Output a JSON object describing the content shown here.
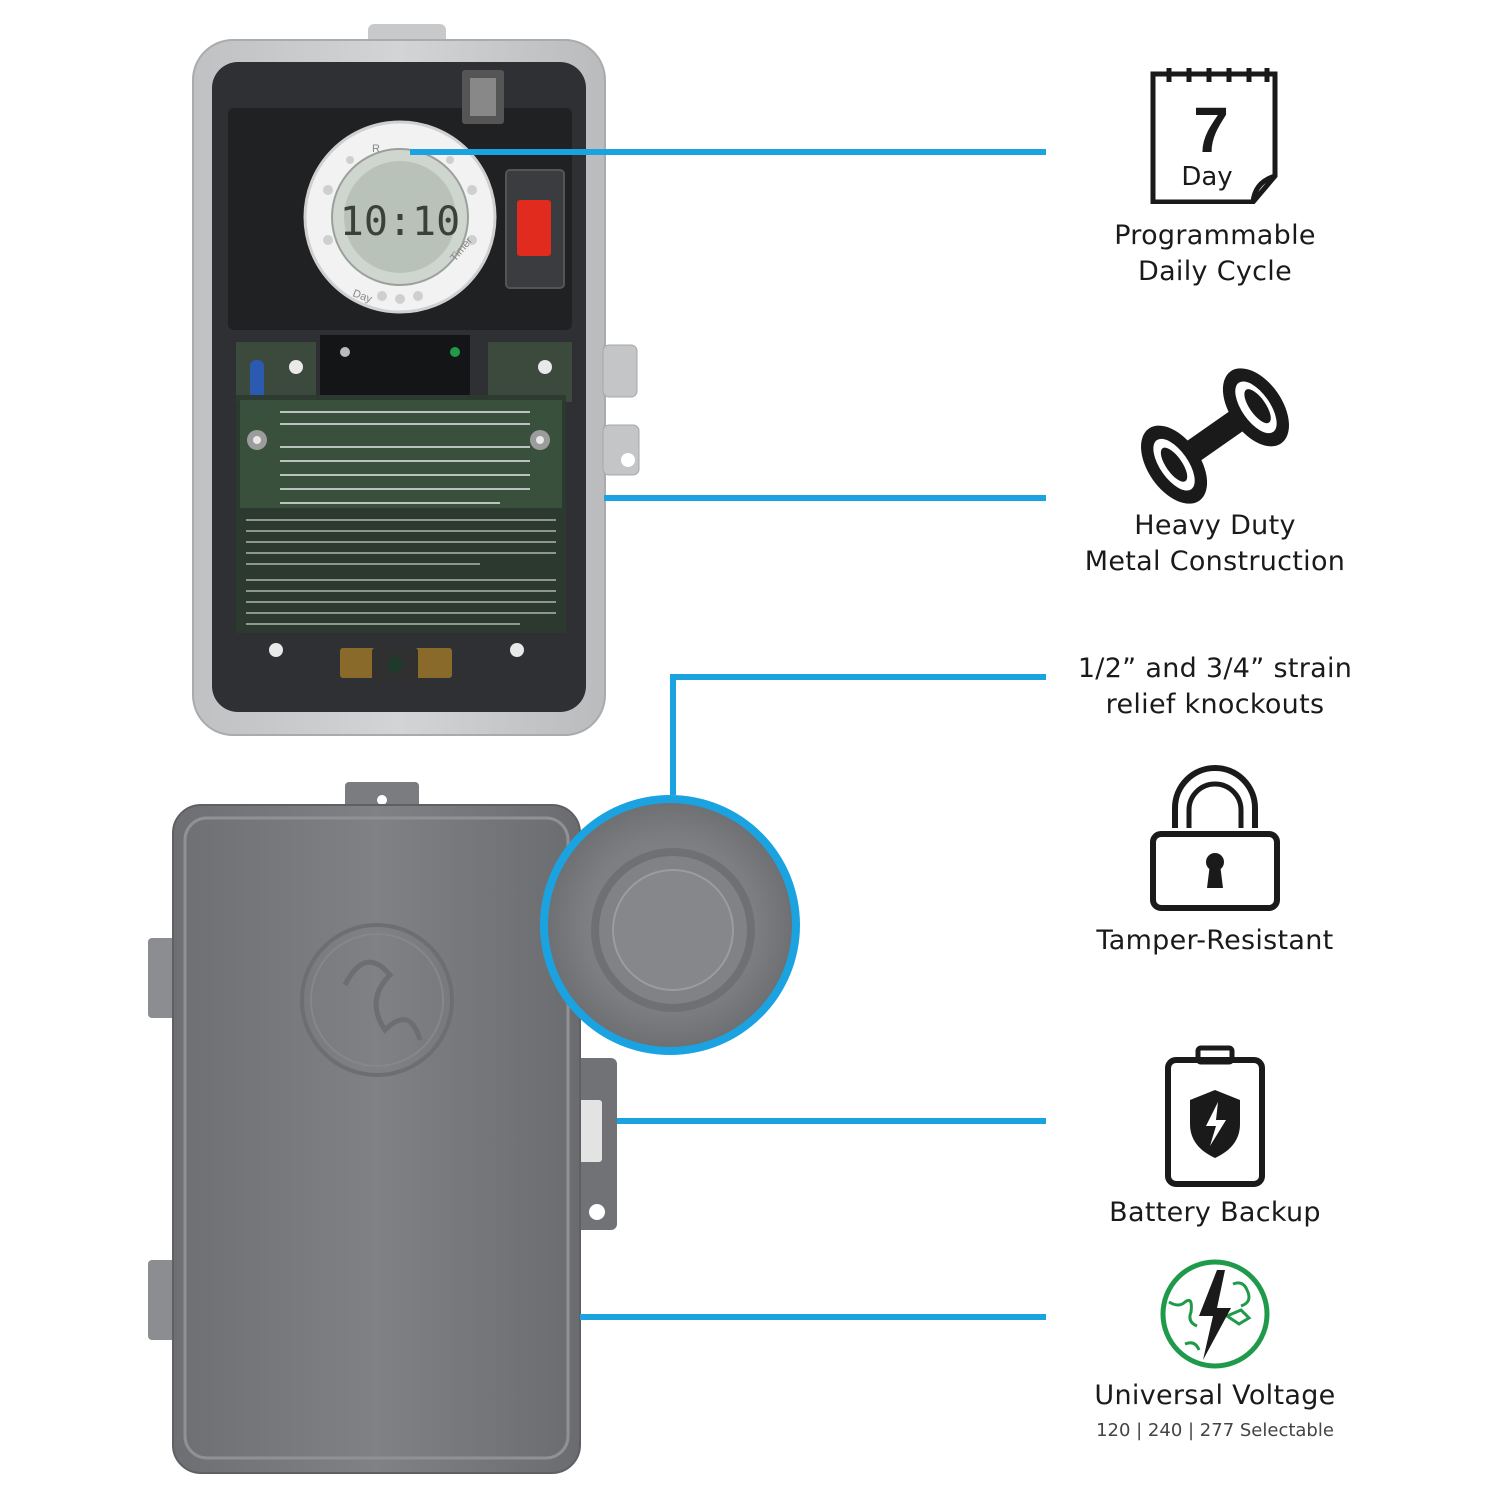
{
  "colors": {
    "accent_line": "#1aa3e0",
    "icon_stroke": "#1a1a1a",
    "voltage_green": "#1f9a4a",
    "enclosure_gray": "#7b7d80",
    "enclosure_light": "#c9cbcd",
    "timer_red": "#e12b1e"
  },
  "timer": {
    "display_time": "10:10",
    "dial_labels": [
      "R",
      "Day",
      "Timer"
    ]
  },
  "features": [
    {
      "icon": "calendar-7-day-icon",
      "icon_number": "7",
      "icon_text": "Day",
      "label": "Programmable\nDaily Cycle"
    },
    {
      "icon": "dumbbell-icon",
      "label": "Heavy Duty\nMetal Construction"
    },
    {
      "icon": "",
      "label": "1/2” and 3/4” strain\nrelief knockouts"
    },
    {
      "icon": "padlock-icon",
      "label": "Tamper-Resistant"
    },
    {
      "icon": "battery-shield-icon",
      "label": "Battery Backup"
    },
    {
      "icon": "lightning-globe-icon",
      "label": "Universal Voltage",
      "sublabel": "120 | 240 | 277 Selectable"
    }
  ]
}
